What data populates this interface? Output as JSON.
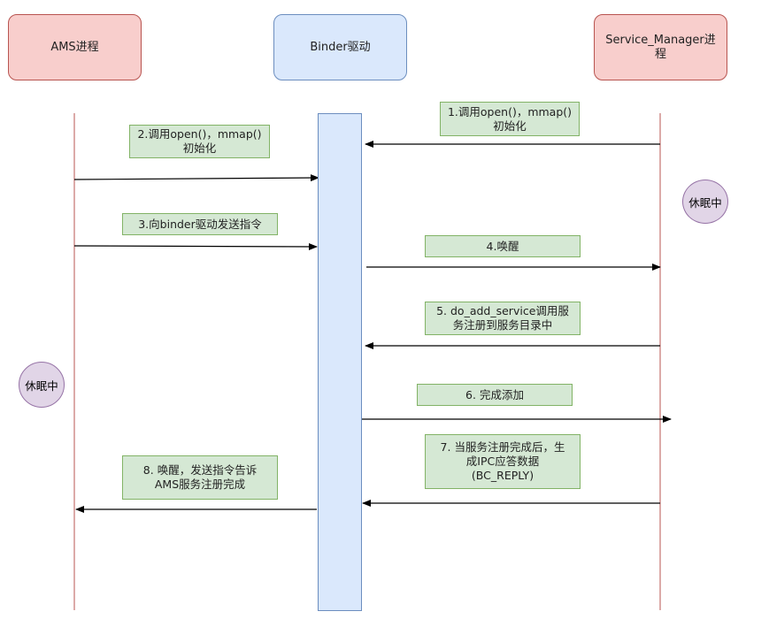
{
  "actors": {
    "ams": "AMS进程",
    "binder": "Binder驱动",
    "sm": "Service_Manager进程"
  },
  "states": {
    "sm_sleep": "休眠中",
    "ams_sleep": "休眠中"
  },
  "steps": {
    "s1": [
      "1.调用open()，mmap()",
      "初始化"
    ],
    "s2": [
      "2.调用open()，mmap()",
      "初始化"
    ],
    "s3": "3.向binder驱动发送指令",
    "s4": "4.唤醒",
    "s5": [
      "5. do_add_service调用服",
      "务注册到服务目录中"
    ],
    "s6": "6. 完成添加",
    "s7": [
      "7. 当服务注册完成后，生",
      "成IPC应答数据",
      "(BC_REPLY)"
    ],
    "s8": [
      "8. 唤醒，发送指令告诉",
      "AMS服务注册完成"
    ]
  },
  "colors": {
    "actor_red_fill": "#f8cecc",
    "actor_blue_fill": "#dae8fc",
    "note_fill": "#d5e8d4",
    "state_fill": "#e1d5e7",
    "lifeline": "#b85450",
    "arrow": "#000000"
  }
}
